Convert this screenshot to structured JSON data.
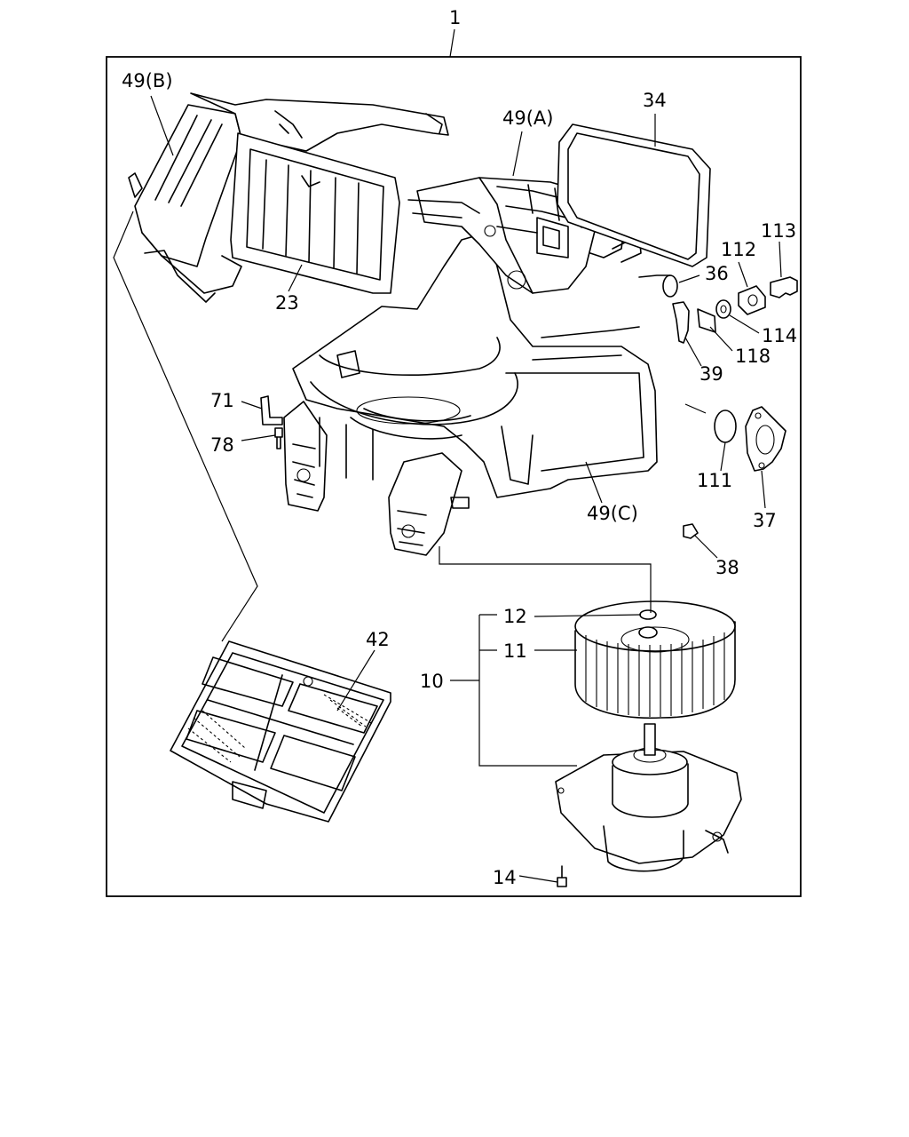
{
  "diagram": {
    "assembly_label": "1",
    "callouts": {
      "c49b": "49(B)",
      "c49a": "49(A)",
      "c34": "34",
      "c113": "113",
      "c112": "112",
      "c36": "36",
      "c114": "114",
      "c118": "118",
      "c39": "39",
      "c23": "23",
      "c71": "71",
      "c78": "78",
      "c111": "111",
      "c49c": "49(C)",
      "c37": "37",
      "c38": "38",
      "c42": "42",
      "c12": "12",
      "c11": "11",
      "c10": "10",
      "c14": "14"
    }
  }
}
